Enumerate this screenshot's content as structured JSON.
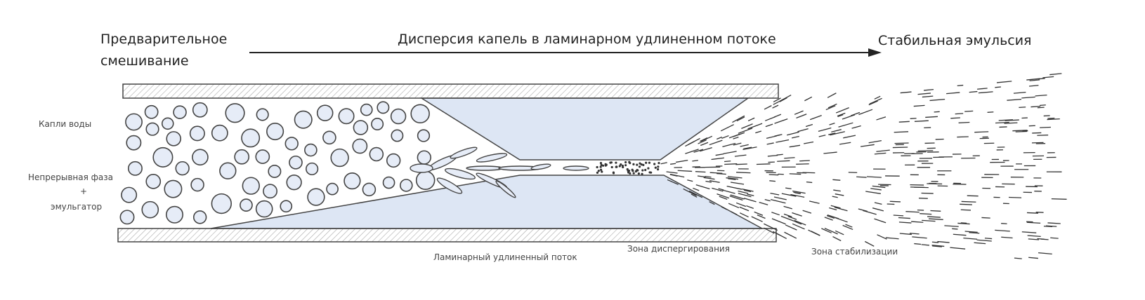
{
  "stages": {
    "premix": [
      "Предварительное",
      "смешивание"
    ],
    "dispersion": "Дисперсия капель в ламинарном удлиненном потоке",
    "stable": "Стабильная эмульсия"
  },
  "labels": {
    "water_drops": "Капли воды",
    "continuous_phase": "Непрерывная фаза",
    "plus": "+",
    "emulsifier": "эмульгатор",
    "laminar_flow": "Ламинарный удлиненный поток",
    "dispersion_zone": "Зона диспергирования",
    "stabilization_zone": "Зона стабилизации"
  },
  "colors": {
    "droplet_fill": "#e6ecf7",
    "channel_fill": "#dde6f4",
    "stroke": "#444444"
  }
}
